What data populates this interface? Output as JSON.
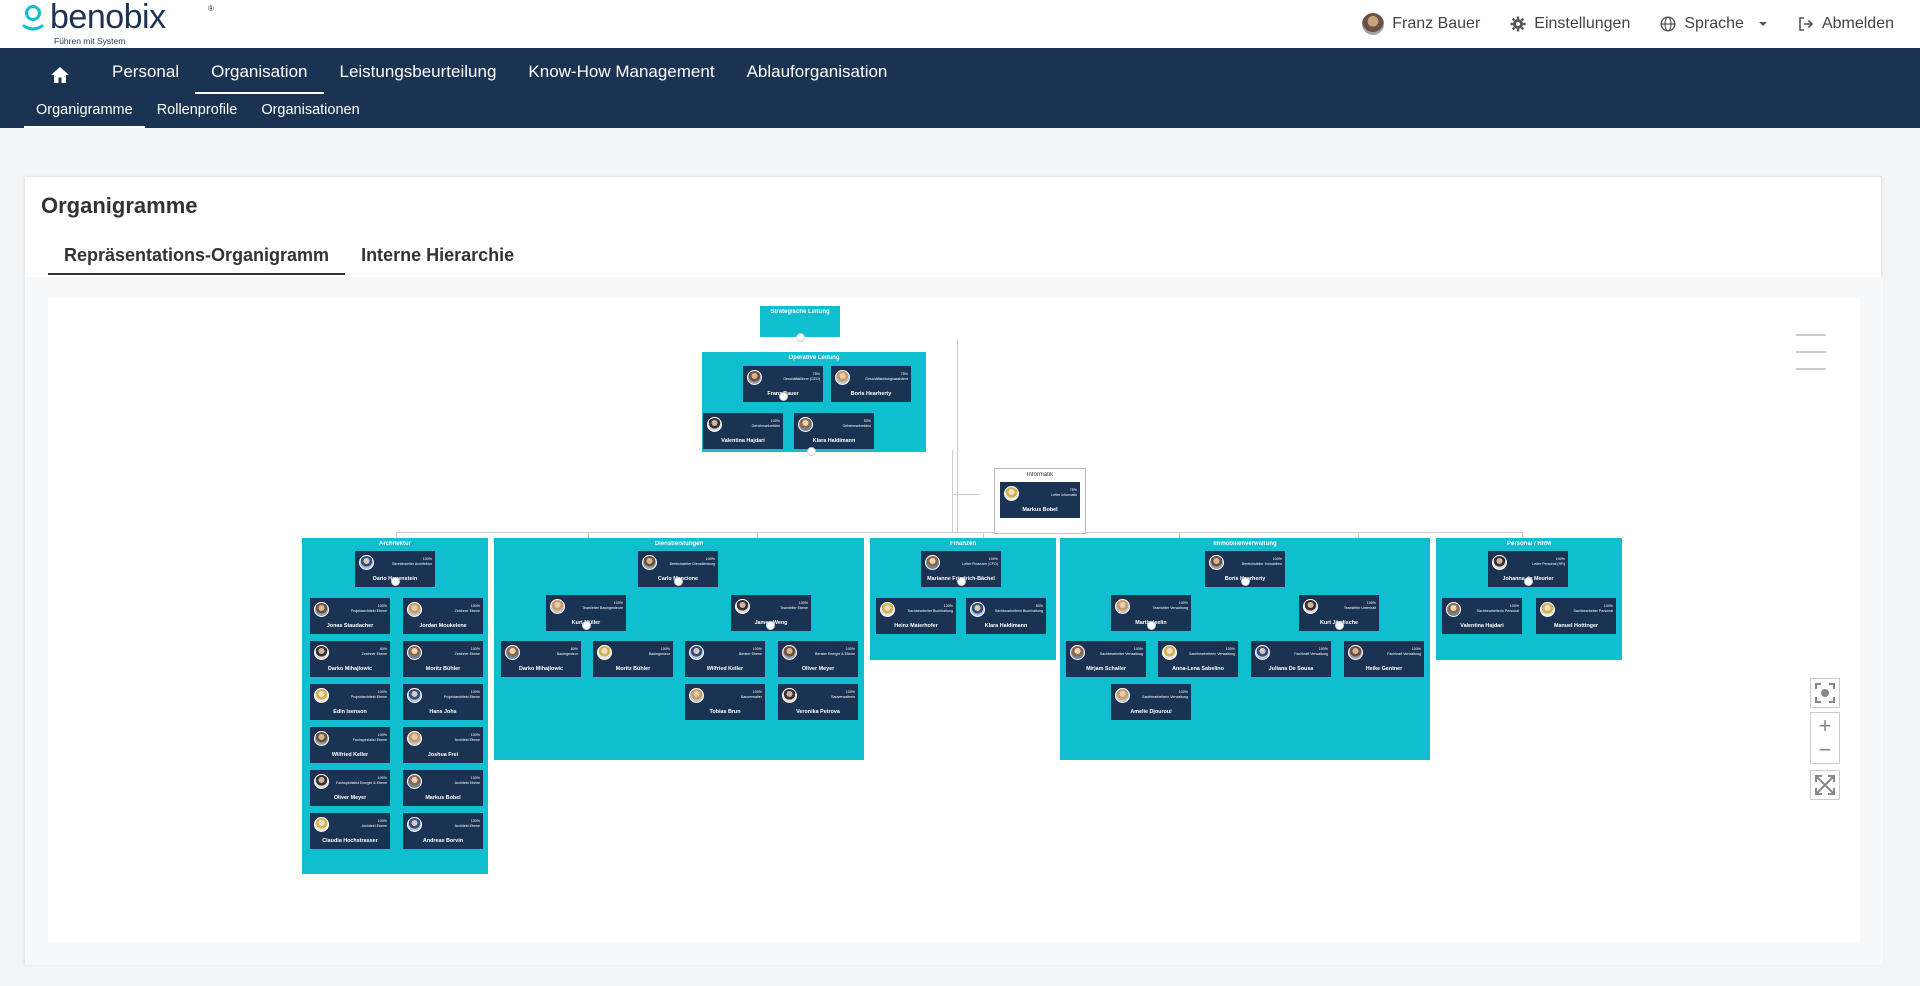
{
  "brand": {
    "name": "benobix",
    "registered": "®",
    "tagline": "Führen mit System",
    "accent_color": "#0fbfcf",
    "nav_color": "#1b3352"
  },
  "topbar": {
    "user_name": "Franz Bauer",
    "settings_label": "Einstellungen",
    "language_label": "Sprache",
    "logout_label": "Abmelden"
  },
  "main_nav": {
    "items": [
      {
        "label": "Personal"
      },
      {
        "label": "Organisation"
      },
      {
        "label": "Leistungsbeurteilung"
      },
      {
        "label": "Know-How Management"
      },
      {
        "label": "Ablauforganisation"
      }
    ],
    "active": "Organisation"
  },
  "sub_nav": {
    "items": [
      {
        "label": "Organigramme"
      },
      {
        "label": "Rollenprofile"
      },
      {
        "label": "Organisationen"
      }
    ],
    "active": "Organigramme"
  },
  "page": {
    "title": "Organigramme",
    "tabs": [
      {
        "label": "Repräsentations-Organigramm"
      },
      {
        "label": "Interne Hierarchie"
      }
    ],
    "active_tab": "Repräsentations-Organigramm"
  },
  "org": {
    "top": {
      "title": "Strategische Leitung"
    },
    "operative": {
      "title": "Operative Leitung",
      "people": [
        {
          "name": "Franz Bauer",
          "role": "Geschäftsführer (CEO)",
          "pct": "75%"
        },
        {
          "name": "Boris Hearherty",
          "role": "Geschäftsleitungsassistent",
          "pct": "75%"
        },
        {
          "name": "Valentina Hajdari",
          "role": "Geheimsekretärin",
          "pct": "100%"
        },
        {
          "name": "Klara Haldimann",
          "role": "Geheimsekretärin",
          "pct": "50%"
        }
      ]
    },
    "stab": {
      "title": "Informatik",
      "people": [
        {
          "name": "Markus Bobel",
          "role": "Leiter Informatik",
          "pct": "75%"
        }
      ]
    },
    "departments": [
      {
        "title": "Architektur",
        "lead": {
          "name": "Dario Hauenstein",
          "role": "Bereichsleiter Architektur",
          "pct": "100%"
        },
        "people": [
          {
            "name": "Jonas Staudacher",
            "role": "Projektarchitekt Ebene",
            "pct": "100%"
          },
          {
            "name": "Jordan Moukelene",
            "role": "Zeichner Ebene",
            "pct": "100%"
          },
          {
            "name": "Darko Mihajlowic",
            "role": "Zeichner Ebene",
            "pct": "80%"
          },
          {
            "name": "Moritz Bühler",
            "role": "Zeichner Ebene",
            "pct": "100%"
          },
          {
            "name": "Edin Isenson",
            "role": "Projektarchitekt Ebene",
            "pct": "100%"
          },
          {
            "name": "Hans Johs",
            "role": "Projektarchitekt Ebene",
            "pct": "100%"
          },
          {
            "name": "Wilfried Keller",
            "role": "Fachspezialist Ebene",
            "pct": "100%"
          },
          {
            "name": "Joshua Frei",
            "role": "Architekt Ebene",
            "pct": "100%"
          },
          {
            "name": "Oliver Meyer",
            "role": "Fachspezialist Energie & Ebene",
            "pct": "100%"
          },
          {
            "name": "Markus Bobel",
            "role": "Architekt Ebene",
            "pct": "100%"
          },
          {
            "name": "Claudia Hochstrasser",
            "role": "Architekt Ebene",
            "pct": "100%"
          },
          {
            "name": "Andreas Borvin",
            "role": "Architekt Ebene",
            "pct": "100%"
          }
        ]
      },
      {
        "title": "Dienstleistungen",
        "lead": {
          "name": "Carlo Mancione",
          "role": "Bereichsleiter Dienstleistung",
          "pct": "100%"
        },
        "subleads": [
          {
            "name": "Kurt Müller",
            "role": "Teamleiter Bauingenieure",
            "pct": "100%"
          },
          {
            "name": "James Weng",
            "role": "Teamleiter Ebene",
            "pct": "100%"
          }
        ],
        "people": [
          {
            "name": "Darko Mihajlowic",
            "role": "Bauingenieur",
            "pct": "80%"
          },
          {
            "name": "Moritz Bühler",
            "role": "Bauingenieur",
            "pct": "100%"
          },
          {
            "name": "Wilfried Keller",
            "role": "Berater Ebene",
            "pct": "100%"
          },
          {
            "name": "Oliver Meyer",
            "role": "Berater Energie & Ebene",
            "pct": "100%"
          },
          {
            "name": "Tobias Brun",
            "role": "Bauverwalter",
            "pct": "100%"
          },
          {
            "name": "Veronika Petrova",
            "role": "Bauverwalterin",
            "pct": "100%"
          }
        ]
      },
      {
        "title": "Finanzen",
        "lead": {
          "name": "Marianne Friedrich-Bächel",
          "role": "Leiter Finanzen (CFO)",
          "pct": "100%"
        },
        "people": [
          {
            "name": "Heinz Maierhofer",
            "role": "Sachbearbeiter Buchhaltung",
            "pct": "100%"
          },
          {
            "name": "Klara Haldimann",
            "role": "Sachbearbeiterin Buchhaltung",
            "pct": "50%"
          }
        ]
      },
      {
        "title": "Immobilienverwaltung",
        "lead": {
          "name": "Boris Hearherty",
          "role": "Bereichsleiter Immobilien",
          "pct": "100%"
        },
        "subleads": [
          {
            "name": "Martin Iselin",
            "role": "Teamleiter Verwaltung",
            "pct": "100%"
          },
          {
            "name": "Kurt Jördische",
            "role": "Teamleiter Unterhalt",
            "pct": "100%"
          }
        ],
        "people": [
          {
            "name": "Mirjam Schaller",
            "role": "Sachbearbeiter Verwaltung",
            "pct": "100%"
          },
          {
            "name": "Anna-Lena Sabelino",
            "role": "Sachbearbeiterin Verwaltung",
            "pct": "100%"
          },
          {
            "name": "Juliana De Sousa",
            "role": "Fachkraft Verwaltung",
            "pct": "100%"
          },
          {
            "name": "Heike Gentner",
            "role": "Fachkraft Verwaltung",
            "pct": "100%"
          },
          {
            "name": "Amelie Djouroui",
            "role": "Sachbearbeiterin Verwaltung",
            "pct": "100%"
          }
        ]
      },
      {
        "title": "Personal / HRM",
        "lead": {
          "name": "Johanna de Meurier",
          "role": "Leiter Personal (HR)",
          "pct": "100%"
        },
        "people": [
          {
            "name": "Valentina Hajdari",
            "role": "Sachbearbeiterin Personal",
            "pct": "100%"
          },
          {
            "name": "Manuel Hottinger",
            "role": "Sachbearbeiter Personal",
            "pct": "100%"
          }
        ]
      }
    ]
  },
  "controls": {
    "zoom_in": "+",
    "zoom_out": "−"
  }
}
